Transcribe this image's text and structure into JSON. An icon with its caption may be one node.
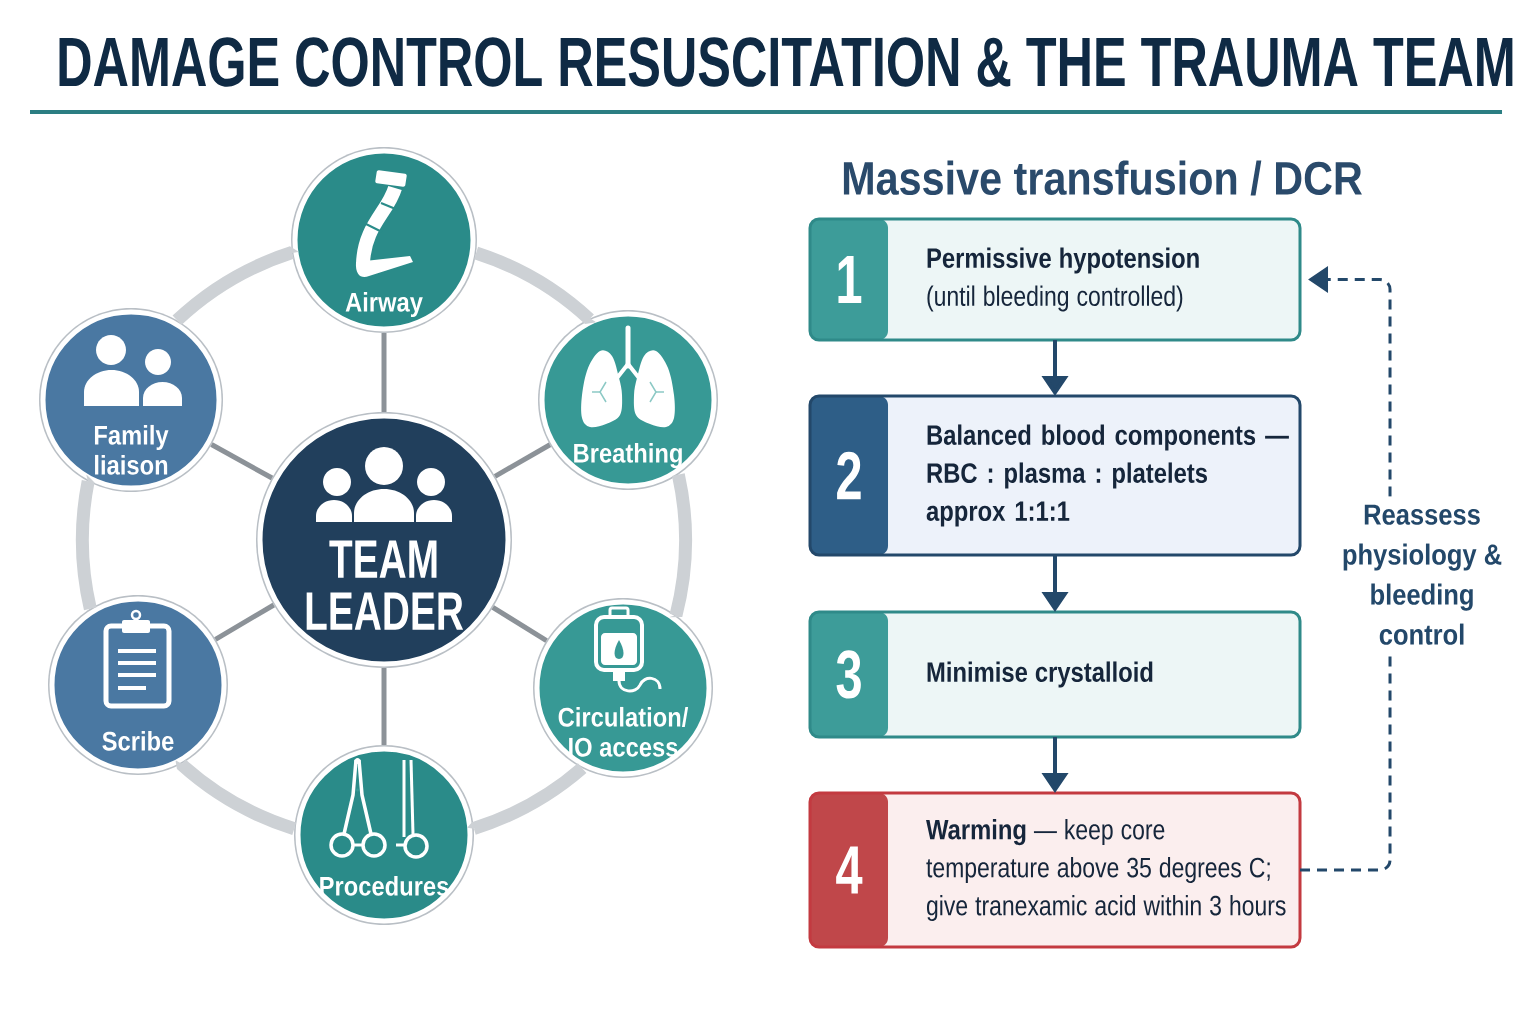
{
  "diagram": {
    "title": "DAMAGE CONTROL RESUSCITATION & THE TRAUMA TEAM",
    "nodes": [
      {
        "text": [
          "TEAM LEADER"
        ]
      },
      {
        "text": [
          "Airway"
        ]
      },
      {
        "text": [
          "Breathing"
        ]
      },
      {
        "text": [
          "Circulation/ IO access"
        ]
      },
      {
        "text": [
          "Procedures"
        ]
      },
      {
        "text": [
          "Scribe"
        ]
      },
      {
        "text": [
          "Family liaison"
        ]
      },
      {
        "text": [
          "1",
          "**Permissive hypotension** (until bleeding controlled)"
        ]
      },
      {
        "text": [
          "2",
          "Balanced blood components — RBC : plasma : platelets approx 1:1:1"
        ]
      },
      {
        "text": [
          "3",
          "Minimise crystalloid"
        ]
      },
      {
        "text": [
          "4",
          "**Warming** — keep core temperature above 35 degrees C; give tranexamic acid within 3 hours"
        ]
      }
    ],
    "edges": [
      {
        "from": 0,
        "to": 1,
        "arrow": "none"
      },
      {
        "from": 0,
        "to": 2,
        "arrow": "none"
      },
      {
        "from": 0,
        "to": 3,
        "arrow": "none"
      },
      {
        "from": 0,
        "to": 4,
        "arrow": "none"
      },
      {
        "from": 0,
        "to": 5,
        "arrow": "none"
      },
      {
        "from": 0,
        "to": 6,
        "arrow": "none"
      },
      {
        "from": 1,
        "to": 2,
        "arrow": "none",
        "style": "thick",
        "color": "#cdd1d5"
      },
      {
        "from": 2,
        "to": 3,
        "arrow": "none",
        "style": "thick",
        "color": "#cdd1d5"
      },
      {
        "from": 3,
        "to": 4,
        "arrow": "none",
        "style": "thick",
        "color": "#cdd1d5"
      },
      {
        "from": 4,
        "to": 5,
        "arrow": "none",
        "style": "thick",
        "color": "#cdd1d5"
      },
      {
        "from": 5,
        "to": 6,
        "arrow": "none",
        "style": "thick",
        "color": "#cdd1d5"
      },
      {
        "from": 6,
        "to": 1,
        "arrow": "none",
        "style": "thick",
        "color": "#cdd1d5"
      },
      {
        "from": 7,
        "to": 8,
        "arrow": "to",
        "color": "#23486a"
      },
      {
        "from": 8,
        "to": 9,
        "arrow": "to",
        "color": "#23486a"
      },
      {
        "from": 9,
        "to": 10,
        "arrow": "to",
        "color": "#23486a"
      },
      {
        "from": 10,
        "to": 7,
        "arrow": "to",
        "style": "dashed",
        "color": "#23486a",
        "label": "Reassess physiology & bleeding control"
      }
    ],
    "labels": [
      "Massive transfusion / DCR"
    ]
  }
}
